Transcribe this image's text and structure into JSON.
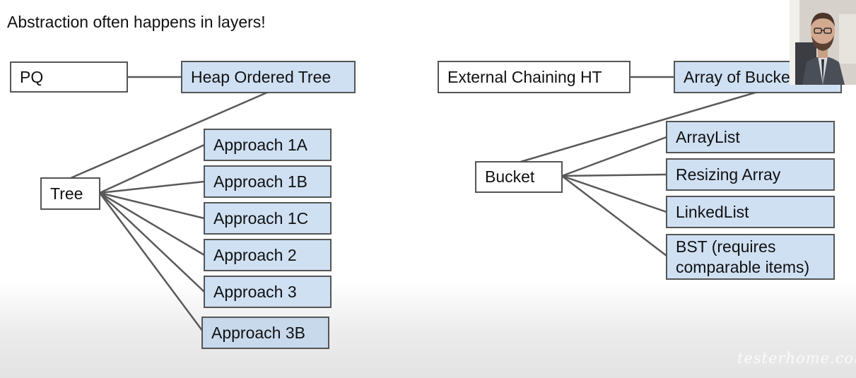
{
  "slide": {
    "title": "Abstraction often happens in layers!"
  },
  "left_diagram": {
    "root": "PQ",
    "implementation": "Heap Ordered Tree",
    "sub_node": "Tree",
    "approaches": [
      "Approach 1A",
      "Approach 1B",
      "Approach 1C",
      "Approach 2",
      "Approach 3",
      "Approach 3B"
    ]
  },
  "right_diagram": {
    "root": "External Chaining HT",
    "implementation": "Array of Buckets",
    "sub_node": "Bucket",
    "options": [
      "ArrayList",
      "Resizing Array",
      "LinkedList",
      "BST (requires comparable items)"
    ]
  },
  "colors": {
    "box_blue": "#cfe0f3",
    "box_border": "#555555",
    "line": "#595959"
  },
  "overlays": {
    "webcam": "webcam-presenter-video",
    "watermark": "testerhome.com"
  }
}
